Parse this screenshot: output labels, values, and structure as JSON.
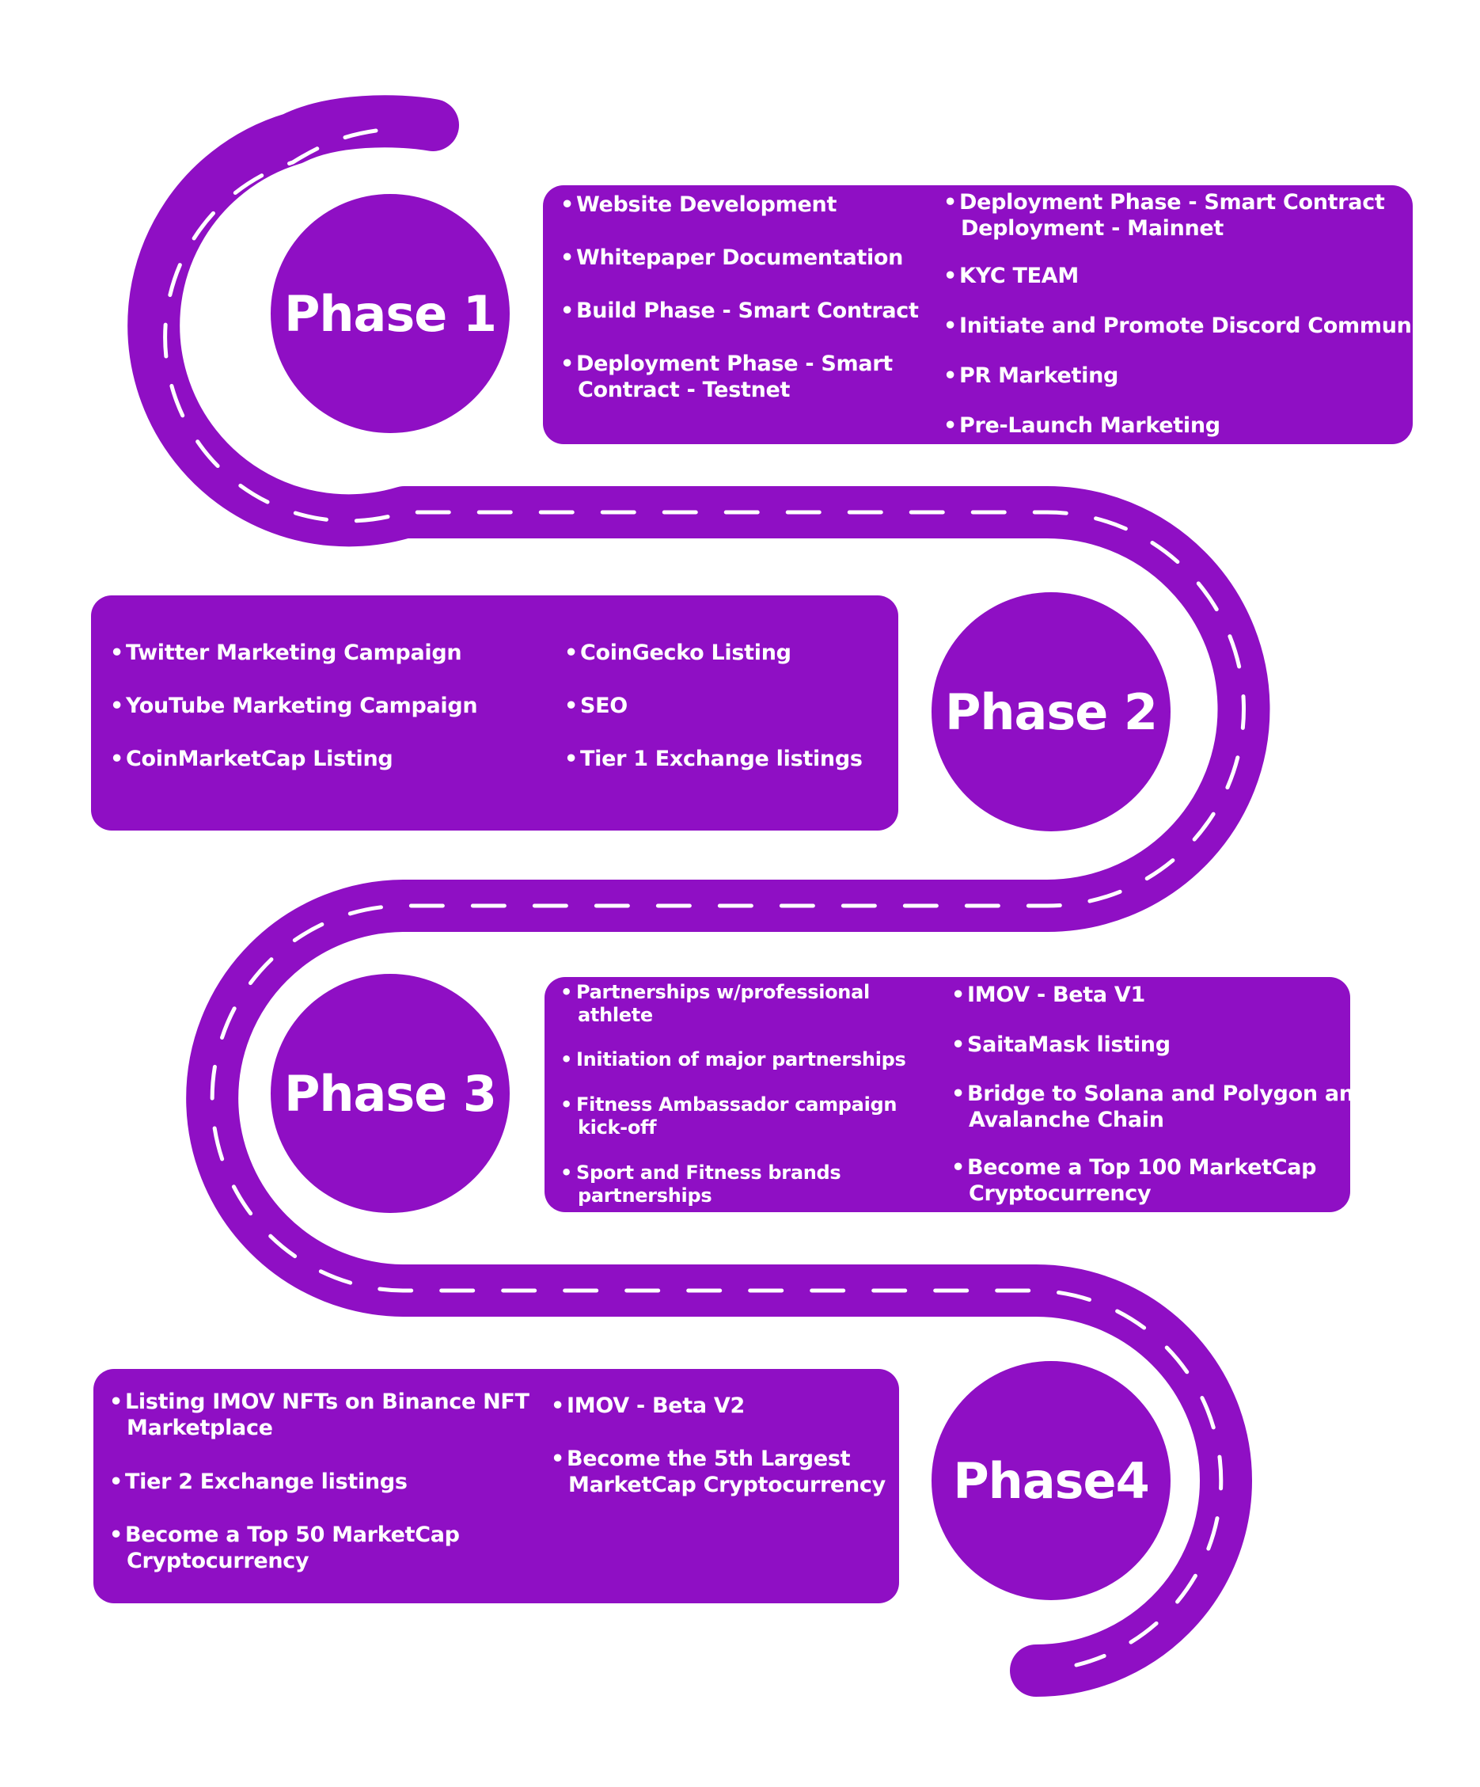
{
  "colors": {
    "accent": "#8f0fc4",
    "road_marking": "#ffffff",
    "background": "#ffffff"
  },
  "phases": [
    {
      "title": "Phase 1",
      "left": [
        [
          "Website Development"
        ],
        [
          "Whitepaper Documentation"
        ],
        [
          "Build Phase - Smart Contract"
        ],
        [
          "Deployment Phase - Smart",
          "Contract - Testnet"
        ]
      ],
      "right": [
        [
          "Deployment Phase - Smart Contract",
          "Deployment - Mainnet"
        ],
        [
          "KYC TEAM"
        ],
        [
          "Initiate and Promote Discord Community"
        ],
        [
          "PR Marketing"
        ],
        [
          "Pre-Launch Marketing"
        ]
      ]
    },
    {
      "title": "Phase 2",
      "left": [
        [
          "Twitter Marketing Campaign"
        ],
        [
          "YouTube Marketing Campaign"
        ],
        [
          "CoinMarketCap Listing"
        ]
      ],
      "right": [
        [
          "CoinGecko Listing"
        ],
        [
          "SEO"
        ],
        [
          "Tier 1 Exchange listings"
        ]
      ]
    },
    {
      "title": "Phase 3",
      "left": [
        [
          "Partnerships w/professional",
          "athlete"
        ],
        [
          "Initiation of major partnerships"
        ],
        [
          "Fitness Ambassador campaign",
          "kick-off"
        ],
        [
          "Sport and Fitness brands",
          "partnerships"
        ]
      ],
      "right": [
        [
          "IMOV - Beta V1"
        ],
        [
          "SaitaMask listing"
        ],
        [
          "Bridge to Solana and Polygon and",
          "Avalanche Chain"
        ],
        [
          "Become a Top 100 MarketCap",
          "Cryptocurrency"
        ]
      ]
    },
    {
      "title": "Phase4",
      "left": [
        [
          "Listing IMOV NFTs on Binance NFT",
          "Marketplace"
        ],
        [
          "Tier 2 Exchange listings"
        ],
        [
          "Become a Top 50 MarketCap",
          "Cryptocurrency"
        ]
      ],
      "right": [
        [
          "IMOV - Beta V2"
        ],
        [
          "Become the 5th Largest",
          "MarketCap Cryptocurrency"
        ]
      ]
    }
  ]
}
